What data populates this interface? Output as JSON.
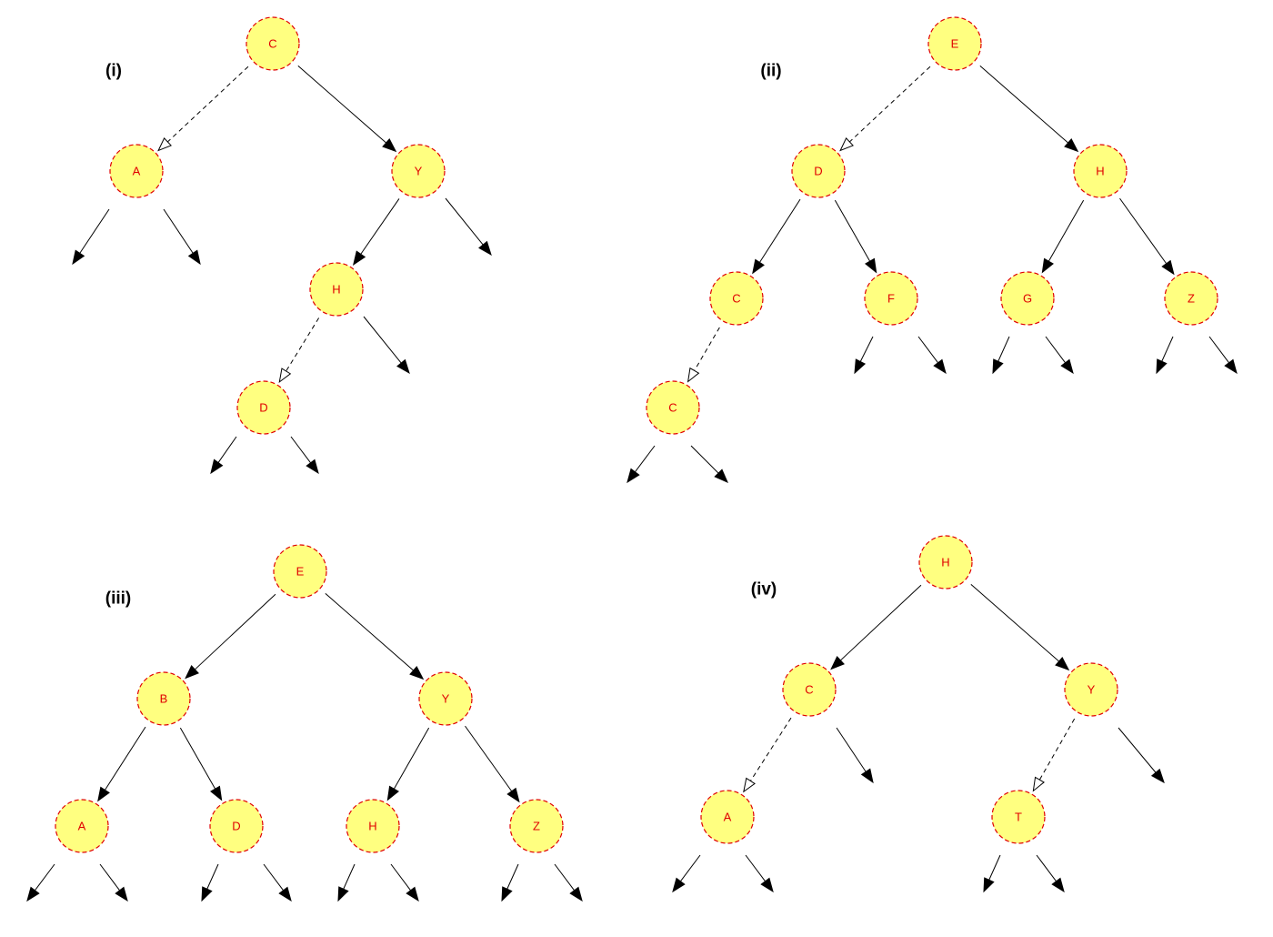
{
  "colors": {
    "node_fill": "#ffff80",
    "node_border": "#e00000",
    "node_text": "#e00000",
    "edge": "#000000"
  },
  "legend_meaning": {
    "solid-arrow": "solid black edge with filled arrowhead",
    "dashed-arrow": "dashed edge with hollow arrowhead"
  },
  "panels": [
    {
      "label": "(i)",
      "nodes": [
        {
          "id": "p1-C",
          "label": "C"
        },
        {
          "id": "p1-A",
          "label": "A"
        },
        {
          "id": "p1-Y",
          "label": "Y"
        },
        {
          "id": "p1-H",
          "label": "H"
        },
        {
          "id": "p1-D",
          "label": "D"
        }
      ],
      "edges": [
        {
          "from": "p1-C",
          "to": "p1-A",
          "style": "dashed"
        },
        {
          "from": "p1-C",
          "to": "p1-Y",
          "style": "solid"
        },
        {
          "from": "p1-Y",
          "to": "p1-H",
          "style": "solid"
        },
        {
          "from": "p1-H",
          "to": "p1-D",
          "style": "dashed"
        }
      ]
    },
    {
      "label": "(ii)",
      "nodes": [
        {
          "id": "p2-E",
          "label": "E"
        },
        {
          "id": "p2-D",
          "label": "D"
        },
        {
          "id": "p2-H",
          "label": "H"
        },
        {
          "id": "p2-C1",
          "label": "C"
        },
        {
          "id": "p2-F",
          "label": "F"
        },
        {
          "id": "p2-G",
          "label": "G"
        },
        {
          "id": "p2-Z",
          "label": "Z"
        },
        {
          "id": "p2-C2",
          "label": "C"
        }
      ],
      "edges": [
        {
          "from": "p2-E",
          "to": "p2-D",
          "style": "dashed"
        },
        {
          "from": "p2-E",
          "to": "p2-H",
          "style": "solid"
        },
        {
          "from": "p2-D",
          "to": "p2-C1",
          "style": "solid"
        },
        {
          "from": "p2-D",
          "to": "p2-F",
          "style": "solid"
        },
        {
          "from": "p2-H",
          "to": "p2-G",
          "style": "solid"
        },
        {
          "from": "p2-H",
          "to": "p2-Z",
          "style": "solid"
        },
        {
          "from": "p2-C1",
          "to": "p2-C2",
          "style": "dashed"
        }
      ]
    },
    {
      "label": "(iii)",
      "nodes": [
        {
          "id": "p3-E",
          "label": "E"
        },
        {
          "id": "p3-B",
          "label": "B"
        },
        {
          "id": "p3-Y",
          "label": "Y"
        },
        {
          "id": "p3-A",
          "label": "A"
        },
        {
          "id": "p3-D",
          "label": "D"
        },
        {
          "id": "p3-H",
          "label": "H"
        },
        {
          "id": "p3-Z",
          "label": "Z"
        }
      ],
      "edges": [
        {
          "from": "p3-E",
          "to": "p3-B",
          "style": "solid"
        },
        {
          "from": "p3-E",
          "to": "p3-Y",
          "style": "solid"
        },
        {
          "from": "p3-B",
          "to": "p3-A",
          "style": "solid"
        },
        {
          "from": "p3-B",
          "to": "p3-D",
          "style": "solid"
        },
        {
          "from": "p3-Y",
          "to": "p3-H",
          "style": "solid"
        },
        {
          "from": "p3-Y",
          "to": "p3-Z",
          "style": "solid"
        }
      ]
    },
    {
      "label": "(iv)",
      "nodes": [
        {
          "id": "p4-H",
          "label": "H"
        },
        {
          "id": "p4-C",
          "label": "C"
        },
        {
          "id": "p4-Y",
          "label": "Y"
        },
        {
          "id": "p4-A",
          "label": "A"
        },
        {
          "id": "p4-T",
          "label": "T"
        }
      ],
      "edges": [
        {
          "from": "p4-H",
          "to": "p4-C",
          "style": "solid"
        },
        {
          "from": "p4-H",
          "to": "p4-Y",
          "style": "solid"
        },
        {
          "from": "p4-C",
          "to": "p4-A",
          "style": "dashed"
        },
        {
          "from": "p4-Y",
          "to": "p4-T",
          "style": "dashed"
        }
      ]
    }
  ]
}
